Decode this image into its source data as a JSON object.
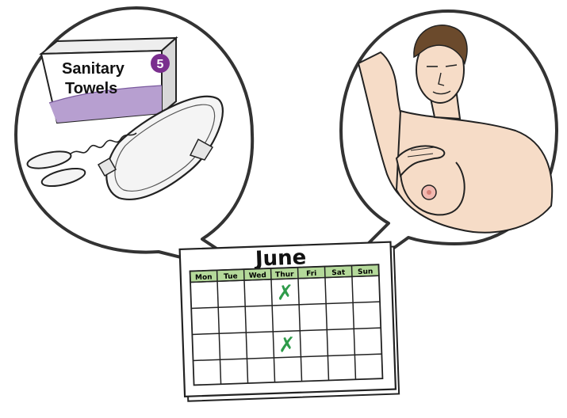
{
  "left_bubble": {
    "product_box": {
      "line1": "Sanitary",
      "line2": "Towels",
      "badge": "5"
    }
  },
  "calendar": {
    "month": "June",
    "days": [
      "Mon",
      "Tue",
      "Wed",
      "Thur",
      "Fri",
      "Sat",
      "Sun"
    ],
    "marks": [
      {
        "day": "Thur",
        "week": 1,
        "symbol": "✗"
      },
      {
        "day": "Thur",
        "week": 3,
        "symbol": "✗"
      }
    ]
  },
  "colors": {
    "outline": "#222222",
    "header_green": "#b4d99a",
    "mark_green": "#2e9b4a",
    "box_purple": "#b79fd0",
    "badge_purple": "#7a2f8e",
    "skin": "#f6dcc7",
    "hair": "#6b4a2c"
  }
}
